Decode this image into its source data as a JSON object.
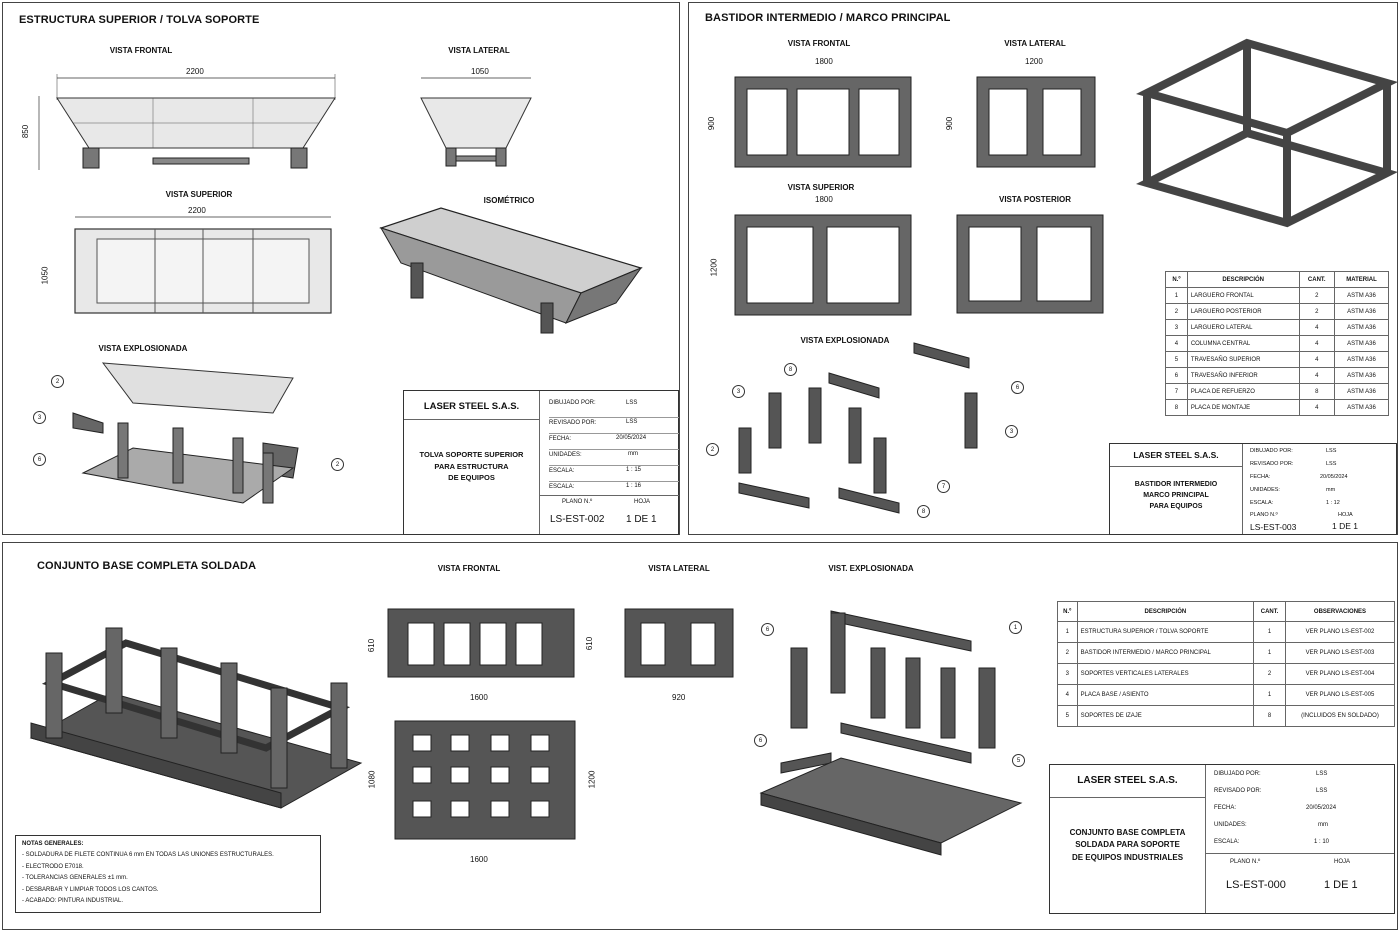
{
  "sheet1": {
    "title": "ESTRUCTURA SUPERIOR / TOLVA SOPORTE",
    "views": {
      "front": "VISTA FRONTAL",
      "side": "VISTA LATERAL",
      "top": "VISTA SUPERIOR",
      "iso": "ISOMÉTRICO",
      "exploded": "VISTA EXPLOSIONADA"
    },
    "dims": {
      "front_width": "2200",
      "front_height": "850",
      "side_width": "1050",
      "top_width": "2200",
      "top_height": "1050"
    },
    "balloons": [
      "2",
      "3",
      "6",
      "2"
    ],
    "title_block": {
      "company": "LASER STEEL S.A.S.",
      "description": [
        "TOLVA SOPORTE SUPERIOR",
        "PARA ESTRUCTURA",
        "DE EQUIPOS"
      ],
      "rows": [
        [
          "DIBUJADO POR:",
          "LSS"
        ],
        [
          "REVISADO POR:",
          "LSS"
        ],
        [
          "FECHA:",
          "20/05/2024"
        ],
        [
          "UNIDADES:",
          "mm"
        ],
        [
          "ESCALA:",
          "1 : 15"
        ],
        [
          "ESCALA:",
          "1 : 16"
        ]
      ],
      "plano_label": "PLANO N.º",
      "hoja_label": "HOJA",
      "plano": "LS-EST-002",
      "hoja": "1 DE 1"
    }
  },
  "sheet2": {
    "title": "BASTIDOR INTERMEDIO / MARCO PRINCIPAL",
    "views": {
      "front": "VISTA FRONTAL",
      "side": "VISTA LATERAL",
      "top": "VISTA SUPERIOR",
      "back": "VISTA POSTERIOR",
      "exploded": "VISTA EXPLOSIONADA"
    },
    "dims": {
      "front_width": "1800",
      "front_height": "900",
      "side_width": "1200",
      "side_height": "900",
      "top_width": "1800",
      "top_height": "1200"
    },
    "balloons": [
      "3",
      "8",
      "6",
      "3",
      "2",
      "7",
      "8"
    ],
    "bom_headers": [
      "N.º",
      "DESCRIPCIÓN",
      "CANT.",
      "MATERIAL"
    ],
    "bom": [
      [
        "1",
        "LARGUERO FRONTAL",
        "2",
        "ASTM A36"
      ],
      [
        "2",
        "LARGUERO POSTERIOR",
        "2",
        "ASTM A36"
      ],
      [
        "3",
        "LARGUERO LATERAL",
        "4",
        "ASTM A36"
      ],
      [
        "4",
        "COLUMNA CENTRAL",
        "4",
        "ASTM A36"
      ],
      [
        "5",
        "TRAVESAÑO SUPERIOR",
        "4",
        "ASTM A36"
      ],
      [
        "6",
        "TRAVESAÑO INFERIOR",
        "4",
        "ASTM A36"
      ],
      [
        "7",
        "PLACA DE REFUERZO",
        "8",
        "ASTM A36"
      ],
      [
        "8",
        "PLACA DE MONTAJE",
        "4",
        "ASTM A36"
      ]
    ],
    "title_block": {
      "company": "LASER STEEL S.A.S.",
      "description": [
        "BASTIDOR INTERMEDIO",
        "MARCO PRINCIPAL",
        "PARA EQUIPOS"
      ],
      "rows": [
        [
          "DIBUJADO POR:",
          "LSS"
        ],
        [
          "REVISADO POR:",
          "LSS"
        ],
        [
          "FECHA:",
          "20/05/2024"
        ],
        [
          "UNIDADES:",
          "mm"
        ],
        [
          "ESCALA:",
          "1 : 12"
        ]
      ],
      "plano_label": "PLANO N.º",
      "hoja_label": "HOJA",
      "plano": "LS-EST-003",
      "hoja": "1 DE 1"
    }
  },
  "sheet3": {
    "title": "CONJUNTO BASE COMPLETA SOLDADA",
    "views": {
      "front": "VISTA FRONTAL",
      "side": "VISTA LATERAL",
      "exploded": "VIST. EXPLOSIONADA"
    },
    "dims": {
      "front_height": "610",
      "front_height_r": "610",
      "front_width": "1600",
      "side_width": "920",
      "top_height": "1080",
      "top_height_r": "1200",
      "top_width": "1600"
    },
    "balloons": [
      "6",
      "1",
      "6",
      "5"
    ],
    "bom_headers": [
      "N.º",
      "DESCRIPCIÓN",
      "CANT.",
      "OBSERVACIONES"
    ],
    "bom": [
      [
        "1",
        "ESTRUCTURA SUPERIOR / TOLVA SOPORTE",
        "1",
        "VER PLANO LS-EST-002"
      ],
      [
        "2",
        "BASTIDOR INTERMEDIO / MARCO PRINCIPAL",
        "1",
        "VER PLANO LS-EST-003"
      ],
      [
        "3",
        "SOPORTES VERTICALES LATERALES",
        "2",
        "VER PLANO LS-EST-004"
      ],
      [
        "4",
        "PLACA BASE / ASIENTO",
        "1",
        "VER PLANO LS-EST-005"
      ],
      [
        "5",
        "SOPORTES DE IZAJE",
        "8",
        "(INCLUIDOS EN SOLDADO)"
      ]
    ],
    "notes_title": "NOTAS GENERALES:",
    "notes": [
      "- SOLDADURA DE FILETE CONTINUA 6 mm EN TODAS LAS UNIONES ESTRUCTURALES.",
      "- ELECTRODO E7018.",
      "- TOLERANCIAS GENERALES ±1 mm.",
      "- DESBARBAR Y LIMPIAR TODOS LOS CANTOS.",
      "- ACABADO: PINTURA INDUSTRIAL."
    ],
    "title_block": {
      "company": "LASER STEEL S.A.S.",
      "description": [
        "CONJUNTO BASE COMPLETA",
        "SOLDADA PARA SOPORTE",
        "DE EQUIPOS INDUSTRIALES"
      ],
      "rows": [
        [
          "DIBUJADO POR:",
          "LSS"
        ],
        [
          "REVISADO POR:",
          "LSS"
        ],
        [
          "FECHA:",
          "20/05/2024"
        ],
        [
          "UNIDADES:",
          "mm"
        ],
        [
          "ESCALA:",
          "1 : 10"
        ]
      ],
      "plano_label": "PLANO N.º",
      "hoja_label": "HOJA",
      "plano": "LS-EST-000",
      "hoja": "1 DE 1"
    }
  }
}
